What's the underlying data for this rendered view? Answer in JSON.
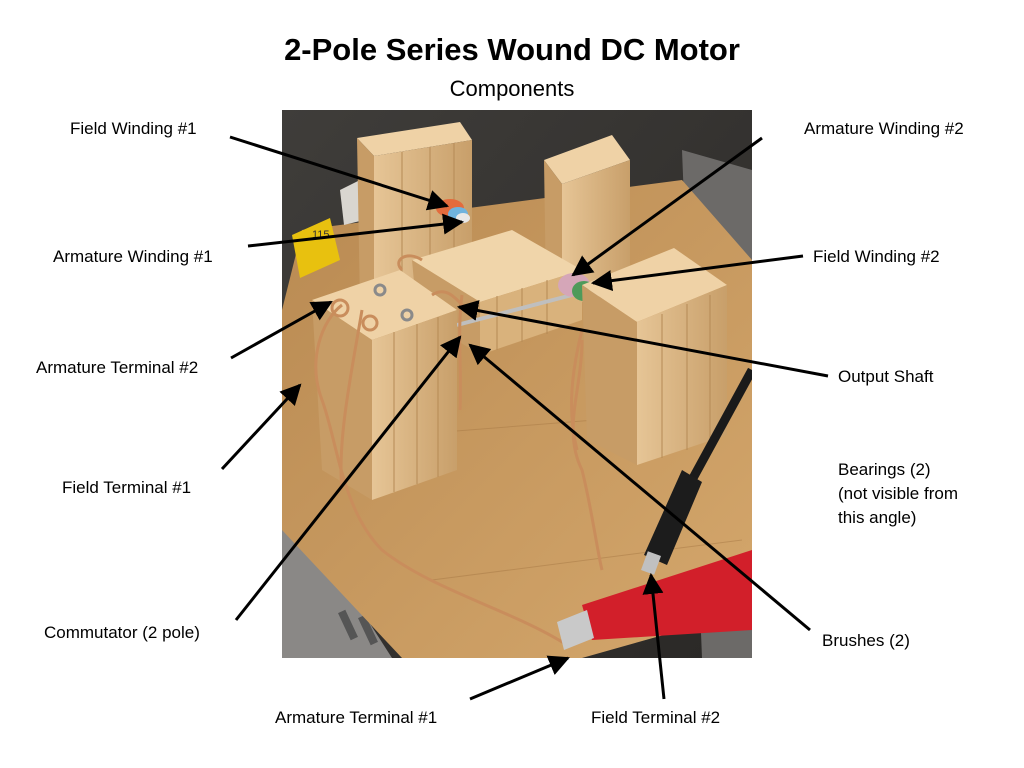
{
  "title": "2-Pole Series Wound DC Motor",
  "subtitle": "Components",
  "labels": {
    "field_winding_1": "Field Winding #1",
    "armature_winding_2": "Armature Winding #2",
    "armature_winding_1": "Armature Winding #1",
    "field_winding_2": "Field Winding #2",
    "armature_terminal_2": "Armature Terminal #2",
    "output_shaft": "Output Shaft",
    "field_terminal_1": "Field Terminal #1",
    "bearings": "Bearings (2) (not visible from this angle)",
    "commutator": "Commutator (2 pole)",
    "brushes": "Brushes (2)",
    "armature_terminal_1": "Armature Terminal #1",
    "field_terminal_2": "Field Terminal #2"
  },
  "photo": {
    "plate_marking": "115"
  },
  "colors": {
    "wood_base": "#c99a5e",
    "wood_block": "#ddb784",
    "copper_wire": "#c98d5c",
    "red_clip": "#d21f2a",
    "black_clip": "#1c1c1c",
    "background": "#4a4845"
  }
}
